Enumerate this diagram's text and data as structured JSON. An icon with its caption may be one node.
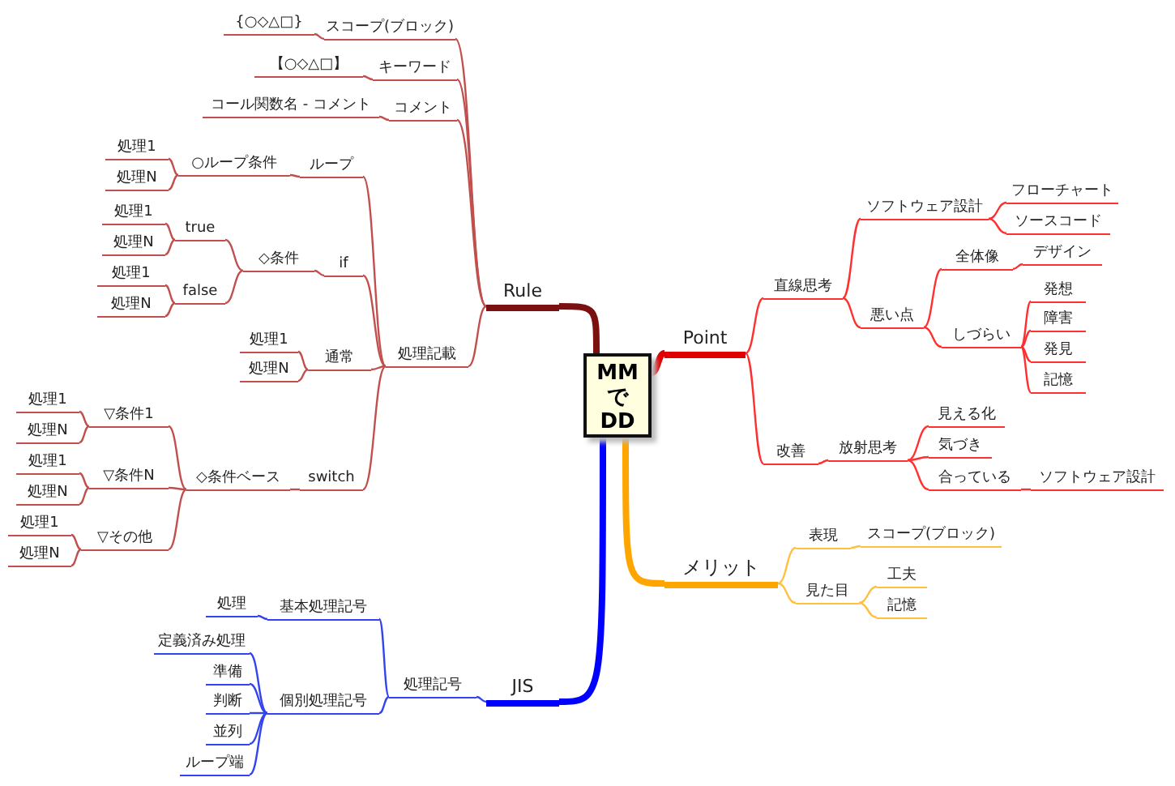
{
  "diagram": {
    "nodes": [
      {
        "text": [
          "MM で DD"
        ]
      },
      {
        "text": [
          "Rule"
        ]
      },
      {
        "text": [
          "スコープ(ブロック)"
        ]
      },
      {
        "text": [
          "{○◇△□}"
        ]
      },
      {
        "text": [
          "キーワード"
        ]
      },
      {
        "text": [
          "【○◇△□】"
        ]
      },
      {
        "text": [
          "コメント"
        ]
      },
      {
        "text": [
          "コール関数名 - コメント"
        ]
      },
      {
        "text": [
          "処理記載"
        ]
      },
      {
        "text": [
          "ループ"
        ]
      },
      {
        "text": [
          "○ループ条件"
        ]
      },
      {
        "text": [
          "処理1"
        ]
      },
      {
        "text": [
          "処理N"
        ]
      },
      {
        "text": [
          "if"
        ]
      },
      {
        "text": [
          "◇条件"
        ]
      },
      {
        "text": [
          "true"
        ]
      },
      {
        "text": [
          "処理1"
        ]
      },
      {
        "text": [
          "処理N"
        ]
      },
      {
        "text": [
          "false"
        ]
      },
      {
        "text": [
          "処理1"
        ]
      },
      {
        "text": [
          "処理N"
        ]
      },
      {
        "text": [
          "通常"
        ]
      },
      {
        "text": [
          "処理1"
        ]
      },
      {
        "text": [
          "処理N"
        ]
      },
      {
        "text": [
          "switch"
        ]
      },
      {
        "text": [
          "◇条件ベース"
        ]
      },
      {
        "text": [
          "▽条件1"
        ]
      },
      {
        "text": [
          "処理1"
        ]
      },
      {
        "text": [
          "処理N"
        ]
      },
      {
        "text": [
          "▽条件N"
        ]
      },
      {
        "text": [
          "処理1"
        ]
      },
      {
        "text": [
          "処理N"
        ]
      },
      {
        "text": [
          "▽その他"
        ]
      },
      {
        "text": [
          "処理1"
        ]
      },
      {
        "text": [
          "処理N"
        ]
      },
      {
        "text": [
          "JIS"
        ]
      },
      {
        "text": [
          "処理記号"
        ]
      },
      {
        "text": [
          "基本処理記号"
        ]
      },
      {
        "text": [
          "処理"
        ]
      },
      {
        "text": [
          "個別処理記号"
        ]
      },
      {
        "text": [
          "定義済み処理"
        ]
      },
      {
        "text": [
          "準備"
        ]
      },
      {
        "text": [
          "判断"
        ]
      },
      {
        "text": [
          "並列"
        ]
      },
      {
        "text": [
          "ループ端"
        ]
      },
      {
        "text": [
          "Point"
        ]
      },
      {
        "text": [
          "直線思考"
        ]
      },
      {
        "text": [
          "ソフトウェア設計"
        ]
      },
      {
        "text": [
          "フローチャート"
        ]
      },
      {
        "text": [
          "ソースコード"
        ]
      },
      {
        "text": [
          "悪い点"
        ]
      },
      {
        "text": [
          "全体像"
        ]
      },
      {
        "text": [
          "デザイン"
        ]
      },
      {
        "text": [
          "しづらい"
        ]
      },
      {
        "text": [
          "発想"
        ]
      },
      {
        "text": [
          "障害"
        ]
      },
      {
        "text": [
          "発見"
        ]
      },
      {
        "text": [
          "記憶"
        ]
      },
      {
        "text": [
          "改善"
        ]
      },
      {
        "text": [
          "放射思考"
        ]
      },
      {
        "text": [
          "見える化"
        ]
      },
      {
        "text": [
          "気づき"
        ]
      },
      {
        "text": [
          "合っている"
        ]
      },
      {
        "text": [
          "ソフトウェア設計"
        ]
      },
      {
        "text": [
          "メリット"
        ]
      },
      {
        "text": [
          "表現"
        ]
      },
      {
        "text": [
          "スコープ(ブロック)"
        ]
      },
      {
        "text": [
          "見た目"
        ]
      },
      {
        "text": [
          "工夫"
        ]
      },
      {
        "text": [
          "記憶"
        ]
      }
    ],
    "edges": [
      {
        "from": 0,
        "to": 1,
        "arrow": "none",
        "style": "thick"
      },
      {
        "from": 1,
        "to": 2,
        "arrow": "none"
      },
      {
        "from": 2,
        "to": 3,
        "arrow": "none"
      },
      {
        "from": 1,
        "to": 4,
        "arrow": "none"
      },
      {
        "from": 4,
        "to": 5,
        "arrow": "none"
      },
      {
        "from": 1,
        "to": 6,
        "arrow": "none"
      },
      {
        "from": 6,
        "to": 7,
        "arrow": "none"
      },
      {
        "from": 1,
        "to": 8,
        "arrow": "none"
      },
      {
        "from": 8,
        "to": 9,
        "arrow": "none"
      },
      {
        "from": 9,
        "to": 10,
        "arrow": "none"
      },
      {
        "from": 10,
        "to": 11,
        "arrow": "none"
      },
      {
        "from": 10,
        "to": 12,
        "arrow": "none"
      },
      {
        "from": 8,
        "to": 13,
        "arrow": "none"
      },
      {
        "from": 13,
        "to": 14,
        "arrow": "none"
      },
      {
        "from": 14,
        "to": 15,
        "arrow": "none"
      },
      {
        "from": 15,
        "to": 16,
        "arrow": "none"
      },
      {
        "from": 15,
        "to": 17,
        "arrow": "none"
      },
      {
        "from": 14,
        "to": 18,
        "arrow": "none"
      },
      {
        "from": 18,
        "to": 19,
        "arrow": "none"
      },
      {
        "from": 18,
        "to": 20,
        "arrow": "none"
      },
      {
        "from": 8,
        "to": 21,
        "arrow": "none"
      },
      {
        "from": 21,
        "to": 22,
        "arrow": "none"
      },
      {
        "from": 21,
        "to": 23,
        "arrow": "none"
      },
      {
        "from": 8,
        "to": 24,
        "arrow": "none"
      },
      {
        "from": 24,
        "to": 25,
        "arrow": "none"
      },
      {
        "from": 25,
        "to": 26,
        "arrow": "none"
      },
      {
        "from": 26,
        "to": 27,
        "arrow": "none"
      },
      {
        "from": 26,
        "to": 28,
        "arrow": "none"
      },
      {
        "from": 25,
        "to": 29,
        "arrow": "none"
      },
      {
        "from": 29,
        "to": 30,
        "arrow": "none"
      },
      {
        "from": 29,
        "to": 31,
        "arrow": "none"
      },
      {
        "from": 25,
        "to": 32,
        "arrow": "none"
      },
      {
        "from": 32,
        "to": 33,
        "arrow": "none"
      },
      {
        "from": 32,
        "to": 34,
        "arrow": "none"
      },
      {
        "from": 0,
        "to": 35,
        "arrow": "none",
        "style": "thick",
        "color": "#0000ff"
      },
      {
        "from": 35,
        "to": 36,
        "arrow": "none",
        "color": "#3344ee"
      },
      {
        "from": 36,
        "to": 37,
        "arrow": "none",
        "color": "#3344ee"
      },
      {
        "from": 37,
        "to": 38,
        "arrow": "none",
        "color": "#3344ee"
      },
      {
        "from": 36,
        "to": 39,
        "arrow": "none",
        "color": "#3344ee"
      },
      {
        "from": 39,
        "to": 40,
        "arrow": "none",
        "color": "#3344ee"
      },
      {
        "from": 39,
        "to": 41,
        "arrow": "none",
        "color": "#3344ee"
      },
      {
        "from": 39,
        "to": 42,
        "arrow": "none",
        "color": "#3344ee"
      },
      {
        "from": 39,
        "to": 43,
        "arrow": "none",
        "color": "#3344ee"
      },
      {
        "from": 39,
        "to": 44,
        "arrow": "none",
        "color": "#3344ee"
      },
      {
        "from": 0,
        "to": 45,
        "arrow": "none",
        "style": "thick",
        "color": "#e00000"
      },
      {
        "from": 45,
        "to": 46,
        "arrow": "none",
        "color": "#ff3030"
      },
      {
        "from": 46,
        "to": 47,
        "arrow": "none",
        "color": "#ff3030"
      },
      {
        "from": 47,
        "to": 48,
        "arrow": "none",
        "color": "#ff3030"
      },
      {
        "from": 47,
        "to": 49,
        "arrow": "none",
        "color": "#ff3030"
      },
      {
        "from": 46,
        "to": 50,
        "arrow": "none",
        "color": "#ff3030"
      },
      {
        "from": 50,
        "to": 51,
        "arrow": "none",
        "color": "#ff3030"
      },
      {
        "from": 51,
        "to": 52,
        "arrow": "none",
        "color": "#ff3030"
      },
      {
        "from": 50,
        "to": 53,
        "arrow": "none",
        "color": "#ff3030"
      },
      {
        "from": 53,
        "to": 54,
        "arrow": "none",
        "color": "#ff3030"
      },
      {
        "from": 53,
        "to": 55,
        "arrow": "none",
        "color": "#ff3030"
      },
      {
        "from": 53,
        "to": 56,
        "arrow": "none",
        "color": "#ff3030"
      },
      {
        "from": 53,
        "to": 57,
        "arrow": "none",
        "color": "#ff3030"
      },
      {
        "from": 45,
        "to": 58,
        "arrow": "none",
        "color": "#ff3030"
      },
      {
        "from": 58,
        "to": 59,
        "arrow": "none",
        "color": "#ff3030"
      },
      {
        "from": 59,
        "to": 60,
        "arrow": "none",
        "color": "#ff3030"
      },
      {
        "from": 59,
        "to": 61,
        "arrow": "none",
        "color": "#ff3030"
      },
      {
        "from": 59,
        "to": 62,
        "arrow": "none",
        "color": "#ff3030"
      },
      {
        "from": 62,
        "to": 63,
        "arrow": "none",
        "color": "#ff3030"
      },
      {
        "from": 0,
        "to": 64,
        "arrow": "none",
        "style": "thick",
        "color": "#ffa500"
      },
      {
        "from": 64,
        "to": 65,
        "arrow": "none",
        "color": "#ffc040"
      },
      {
        "from": 65,
        "to": 66,
        "arrow": "none",
        "color": "#ffc040"
      },
      {
        "from": 64,
        "to": 67,
        "arrow": "none",
        "color": "#ffc040"
      },
      {
        "from": 67,
        "to": 68,
        "arrow": "none",
        "color": "#ffc040"
      },
      {
        "from": 67,
        "to": 69,
        "arrow": "none",
        "color": "#ffc040"
      }
    ]
  }
}
